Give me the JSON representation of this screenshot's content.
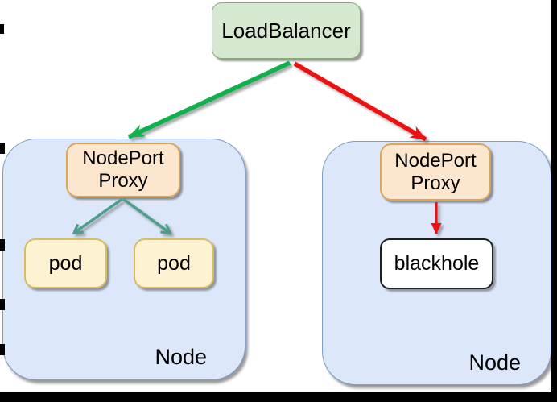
{
  "load_balancer": {
    "label": "LoadBalancer"
  },
  "node_left": {
    "label": "Node",
    "proxy_label": "NodePort Proxy",
    "pods": [
      "pod",
      "pod"
    ]
  },
  "node_right": {
    "label": "Node",
    "proxy_label": "NodePort Proxy",
    "blackhole_label": "blackhole"
  },
  "colors": {
    "background": "#ffffff",
    "canvas_edge_black": "#000000",
    "load_balancer_fill": "#d7e8d1",
    "load_balancer_border": "#86ac6f",
    "node_fill": "#dce7f9",
    "node_border": "#7e9cc9",
    "proxy_fill": "#fce6cd",
    "proxy_border": "#d9a65c",
    "pod_fill": "#fdf3d3",
    "pod_border": "#dabd63",
    "blackhole_fill": "#ffffff",
    "blackhole_border": "#1f1f1f",
    "arrow_green": "#0fb14c",
    "arrow_red": "#ee1111",
    "arrow_teal": "#4d9f8d",
    "text": "#000000"
  }
}
